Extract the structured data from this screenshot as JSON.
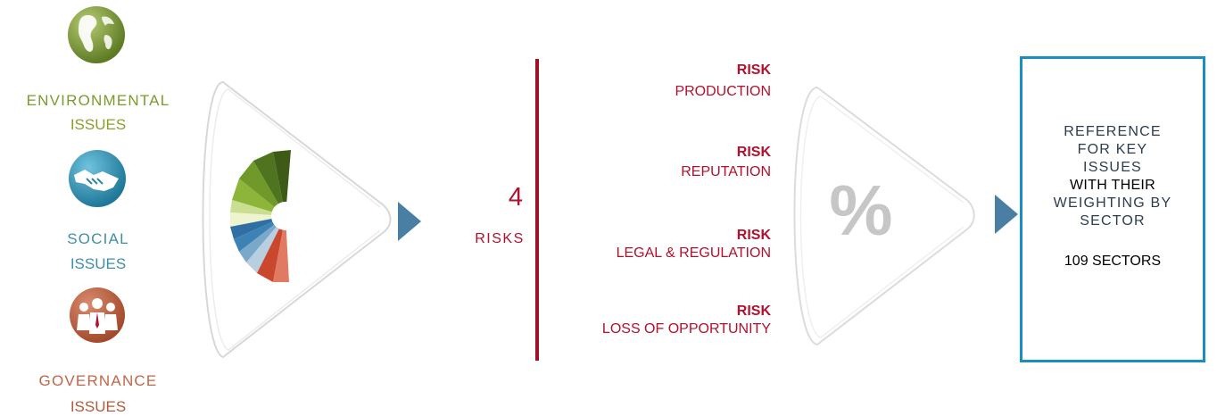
{
  "categories": [
    {
      "label": "ENVIRONMENTAL",
      "issues": "ISSUES",
      "icon": "globe-icon",
      "color": "#7d9a2f",
      "issues_color": "#8aa02c"
    },
    {
      "label": "SOCIAL",
      "issues": "ISSUES",
      "icon": "handshake-icon",
      "color": "#3f8eaa",
      "issues_color": "#3f8eaa"
    },
    {
      "label": "GOVERNANCE",
      "issues": "ISSUES",
      "icon": "people-icon",
      "color": "#c0664a",
      "issues_color": "#b45a3c"
    }
  ],
  "risks_summary": {
    "count": "4",
    "label": "RISKS",
    "color": "#b3102e"
  },
  "risks": [
    {
      "title": "RISK",
      "name": "PRODUCTION"
    },
    {
      "title": "RISK",
      "name": "REPUTATION"
    },
    {
      "title": "RISK",
      "name": "LEGAL & REGULATION"
    },
    {
      "title": "RISK",
      "name": "LOSS OF OPPORTUNITY"
    }
  ],
  "percent_symbol": "%",
  "reference": {
    "lines": [
      "REFERENCE",
      "FOR KEY",
      "ISSUES"
    ],
    "highlight": "WITH THEIR",
    "lines2": [
      "WEIGHTING BY",
      "SECTOR"
    ],
    "sectors": "109 SECTORS",
    "border_color": "#1a8ec0"
  },
  "colors": {
    "arrow": "#4a7fa3",
    "funnel_line": "#d8d8d8"
  }
}
